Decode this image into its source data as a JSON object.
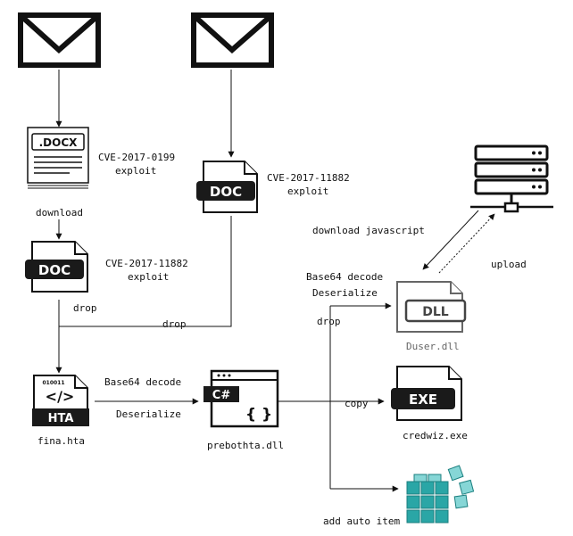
{
  "labels": {
    "cve0199": "CVE-2017-0199",
    "exploit_1": "exploit",
    "download": "download",
    "cve11882_a": "CVE-2017-11882",
    "exploit_2": "exploit",
    "drop_1": "drop",
    "cve11882_b": "CVE-2017-11882",
    "exploit_3": "exploit",
    "drop_2": "drop",
    "download_js": "download javascript",
    "upload": "upload",
    "b64_1": "Base64 decode",
    "deser_1": "Deserialize",
    "drop_3": "drop",
    "b64_2": "Base64 decode",
    "deser_2": "Deserialize",
    "copy": "copy",
    "add_auto": "add auto item"
  },
  "files": {
    "docx_tag": ".DOCX",
    "doc_1": "DOC",
    "doc_2": "DOC",
    "hta_tag": "HTA",
    "hta_bits": "010011",
    "hta_code": "</>",
    "csharp": "C#",
    "braces": "{ }",
    "dll_tag": "DLL",
    "exe_tag": "EXE"
  },
  "names": {
    "fina": "fina.hta",
    "prebothta": "prebothta.dll",
    "duser": "Duser.dll",
    "credwiz": "credwiz.exe"
  },
  "colors": {
    "dark": "#1a1a1a",
    "muted": "#666666",
    "cube_teal": "#2aa6a6",
    "cube_light": "#86d6d6"
  }
}
